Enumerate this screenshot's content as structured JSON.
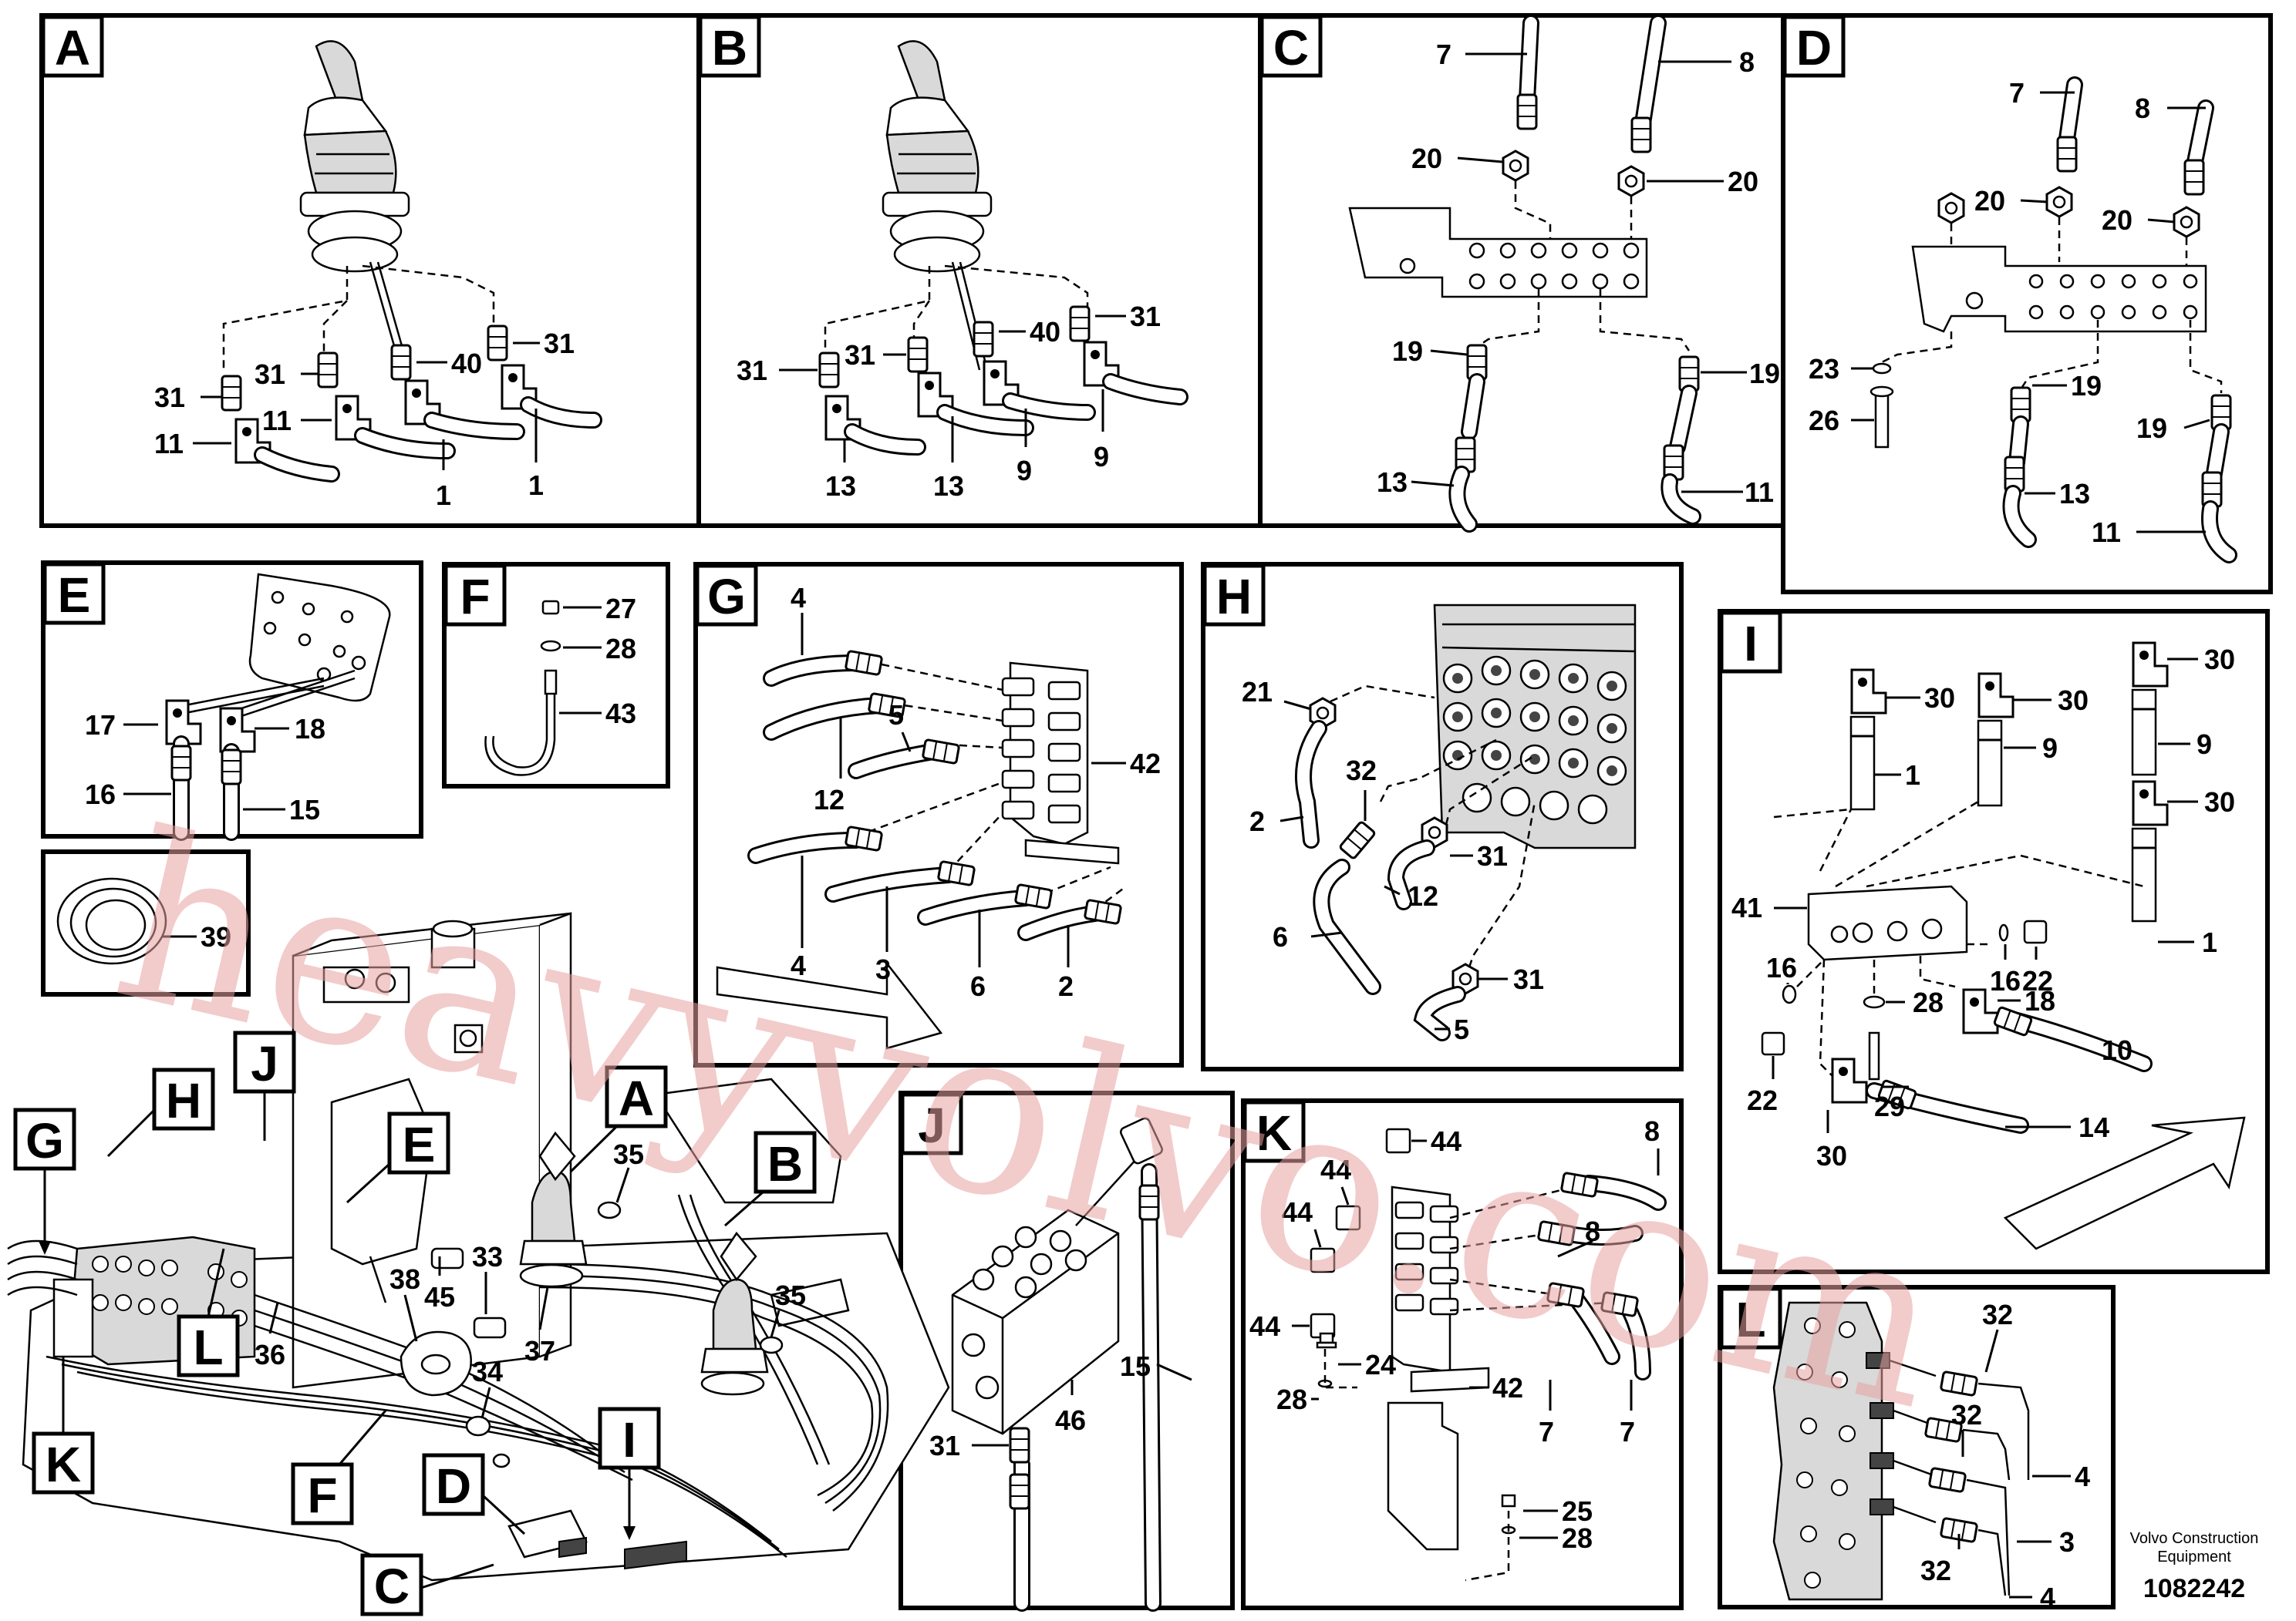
{
  "panels": {
    "A": {
      "letter": "A",
      "callouts": [
        "31",
        "31",
        "40",
        "31",
        "11",
        "11",
        "1",
        "1"
      ]
    },
    "B": {
      "letter": "B",
      "callouts": [
        "31",
        "31",
        "40",
        "31",
        "13",
        "13",
        "9",
        "9"
      ]
    },
    "C": {
      "letter": "C",
      "callouts": [
        "7",
        "8",
        "20",
        "20",
        "19",
        "19",
        "13",
        "11"
      ]
    },
    "D": {
      "letter": "D",
      "callouts": [
        "7",
        "8",
        "20",
        "20",
        "23",
        "26",
        "19",
        "19",
        "13",
        "11"
      ]
    },
    "E": {
      "letter": "E",
      "callouts": [
        "17",
        "18",
        "16",
        "15"
      ]
    },
    "F": {
      "letter": "F",
      "callouts": [
        "27",
        "28",
        "43"
      ]
    },
    "G": {
      "letter": "G",
      "callouts": [
        "4",
        "5",
        "12",
        "42",
        "4",
        "3",
        "6",
        "2"
      ]
    },
    "H": {
      "letter": "H",
      "callouts": [
        "21",
        "32",
        "2",
        "31",
        "12",
        "6",
        "31",
        "5"
      ]
    },
    "I": {
      "letter": "I",
      "callouts": [
        "30",
        "30",
        "30",
        "1",
        "9",
        "9",
        "30",
        "41",
        "1",
        "16",
        "16",
        "22",
        "28",
        "18",
        "10",
        "22",
        "29",
        "14",
        "30"
      ]
    },
    "J": {
      "letter": "J",
      "callouts": [
        "46",
        "15",
        "31"
      ]
    },
    "K": {
      "letter": "K",
      "callouts": [
        "44",
        "44",
        "44",
        "44",
        "8",
        "8",
        "24",
        "42",
        "28",
        "7",
        "7",
        "25",
        "28"
      ]
    },
    "L": {
      "letter": "L",
      "callouts": [
        "32",
        "32",
        "32",
        "4",
        "3",
        "4"
      ]
    }
  },
  "overview": {
    "markers": [
      "G",
      "H",
      "J",
      "E",
      "A",
      "B",
      "L",
      "K",
      "F",
      "D",
      "C",
      "I"
    ],
    "callouts": [
      "35",
      "35",
      "38",
      "45",
      "33",
      "36",
      "37",
      "34"
    ]
  },
  "credit": {
    "line1": "Volvo Construction",
    "line2": "Equipment",
    "number": "1082242"
  },
  "watermark": "heavyvolvo.com"
}
